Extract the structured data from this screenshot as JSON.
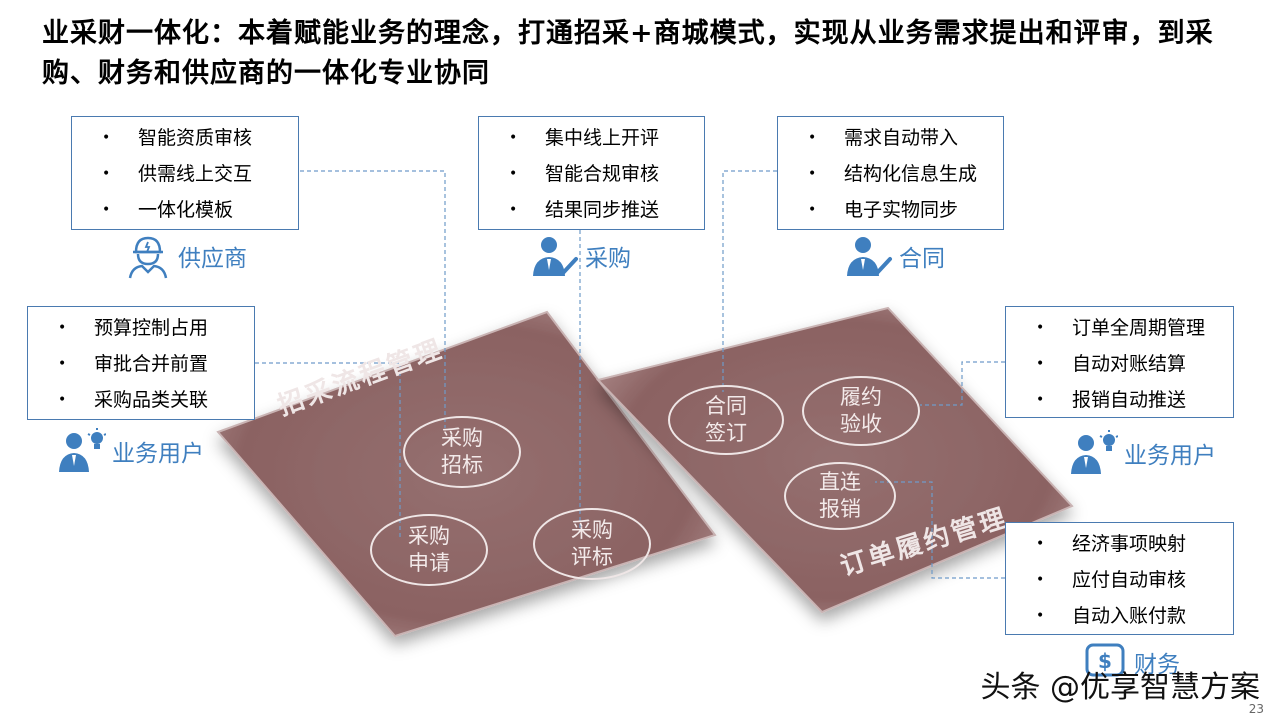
{
  "title": "业采财一体化：本着赋能业务的理念，打通招采+商城模式，实现从业务需求提出和评审，到采购、财务和供应商的一体化专业协同",
  "boxes": {
    "supplier": [
      "智能资质审核",
      "供需线上交互",
      "一体化模板"
    ],
    "purchase": [
      "集中线上开评",
      "智能合规审核",
      "结果同步推送"
    ],
    "contract": [
      "需求自动带入",
      "结构化信息生成",
      "电子实物同步"
    ],
    "biz_left": [
      "预算控制占用",
      "审批合并前置",
      "采购品类关联"
    ],
    "biz_right": [
      "订单全周期管理",
      "自动对账结算",
      "报销自动推送"
    ],
    "finance": [
      "经济事项映射",
      "应付自动审核",
      "自动入账付款"
    ]
  },
  "roles": {
    "supplier": "供应商",
    "purchase": "采购",
    "contract": "合同",
    "biz_left": "业务用户",
    "biz_right": "业务用户",
    "finance": "财务"
  },
  "panels": {
    "left_title": "招采流程管理",
    "right_title": "订单履约管理"
  },
  "circles": {
    "c1": [
      "采购",
      "招标"
    ],
    "c2": [
      "采购",
      "申请"
    ],
    "c3": [
      "采购",
      "评标"
    ],
    "c4": [
      "合同",
      "签订"
    ],
    "c5": [
      "履约",
      "验收"
    ],
    "c6": [
      "直连",
      "报销"
    ]
  },
  "watermark": "头条 @优享智慧方案",
  "page_number": "23",
  "colors": {
    "accent": "#3f7fbf",
    "panel": "#8f6565",
    "connector": "#6f9bc9"
  }
}
